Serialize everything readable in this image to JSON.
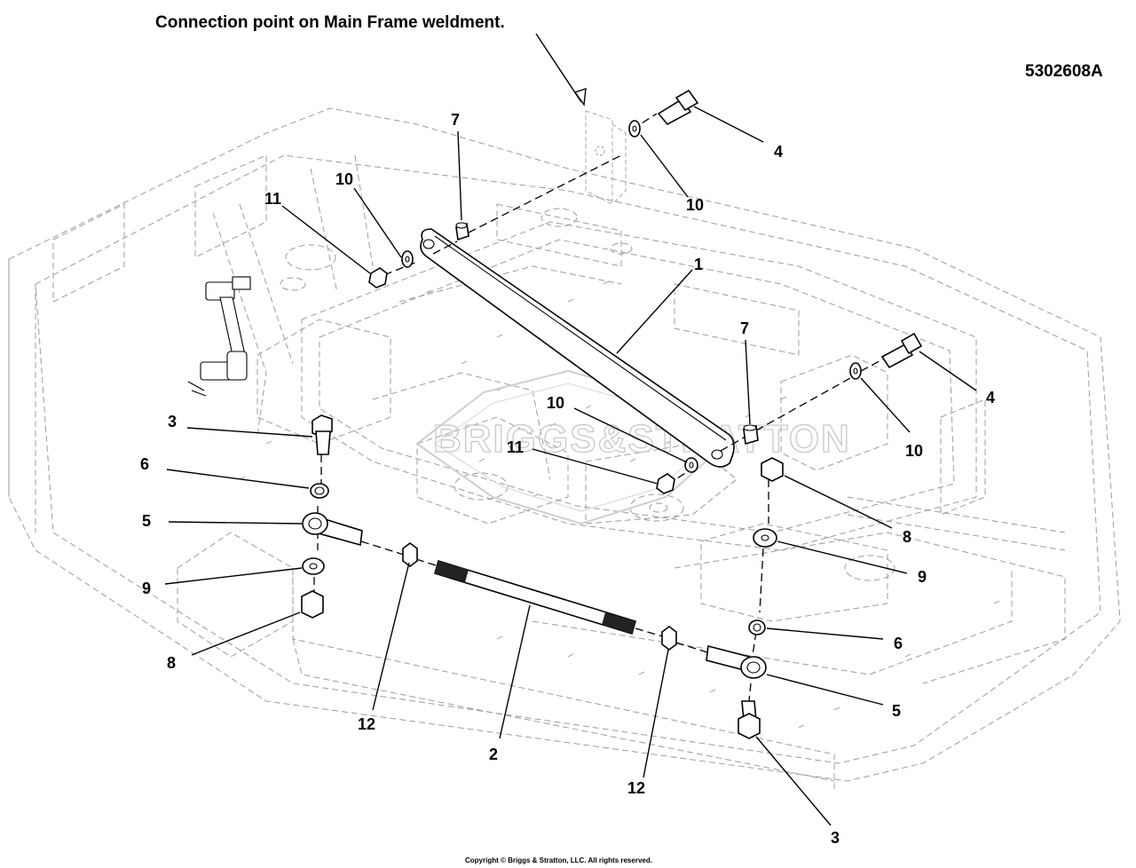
{
  "diagram": {
    "title_note": "Connection point on Main Frame weldment.",
    "drawing_number": "5302608A",
    "watermark": "BRIGGS&STRATTON",
    "copyright": "Copyright © Briggs & Stratton, LLC. All rights reserved.",
    "callouts": [
      {
        "id": "c-1",
        "label": "1"
      },
      {
        "id": "c-2",
        "label": "2"
      },
      {
        "id": "c-3a",
        "label": "3"
      },
      {
        "id": "c-3b",
        "label": "3"
      },
      {
        "id": "c-4a",
        "label": "4"
      },
      {
        "id": "c-4b",
        "label": "4"
      },
      {
        "id": "c-5a",
        "label": "5"
      },
      {
        "id": "c-5b",
        "label": "5"
      },
      {
        "id": "c-6a",
        "label": "6"
      },
      {
        "id": "c-6b",
        "label": "6"
      },
      {
        "id": "c-7a",
        "label": "7"
      },
      {
        "id": "c-7b",
        "label": "7"
      },
      {
        "id": "c-8a",
        "label": "8"
      },
      {
        "id": "c-8b",
        "label": "8"
      },
      {
        "id": "c-9a",
        "label": "9"
      },
      {
        "id": "c-9b",
        "label": "9"
      },
      {
        "id": "c-10a",
        "label": "10"
      },
      {
        "id": "c-10b",
        "label": "10"
      },
      {
        "id": "c-10c",
        "label": "10"
      },
      {
        "id": "c-10d",
        "label": "10"
      },
      {
        "id": "c-11a",
        "label": "11"
      },
      {
        "id": "c-11b",
        "label": "11"
      },
      {
        "id": "c-12a",
        "label": "12"
      },
      {
        "id": "c-12b",
        "label": "12"
      }
    ]
  }
}
